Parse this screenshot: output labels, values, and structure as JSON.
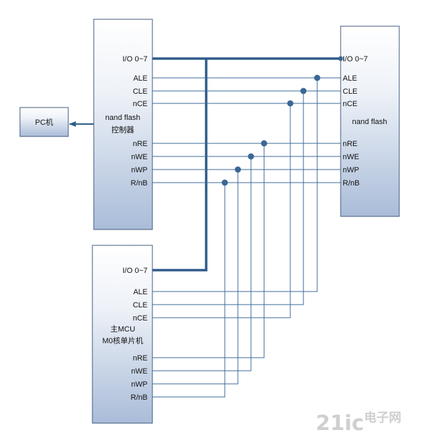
{
  "pc_block": {
    "label": "PC机"
  },
  "controller": {
    "title": [
      "nand  flash",
      "控制器"
    ],
    "pins": [
      "I/O 0~7",
      "ALE",
      "CLE",
      "nCE",
      "nRE",
      "nWE",
      "nWP",
      "R/nB"
    ]
  },
  "nand_flash": {
    "title": "nand  flash",
    "pins": [
      "I/O 0~7",
      "ALE",
      "CLE",
      "nCE",
      "nRE",
      "nWE",
      "nWP",
      "R/nB"
    ]
  },
  "mcu": {
    "title": [
      "主MCU",
      "M0核单片机"
    ],
    "pins": [
      "I/O 0~7",
      "ALE",
      "CLE",
      "nCE",
      "nRE",
      "nWE",
      "nWP",
      "R/nB"
    ]
  },
  "watermark": {
    "logo": "21ic",
    "text": "电子网"
  }
}
